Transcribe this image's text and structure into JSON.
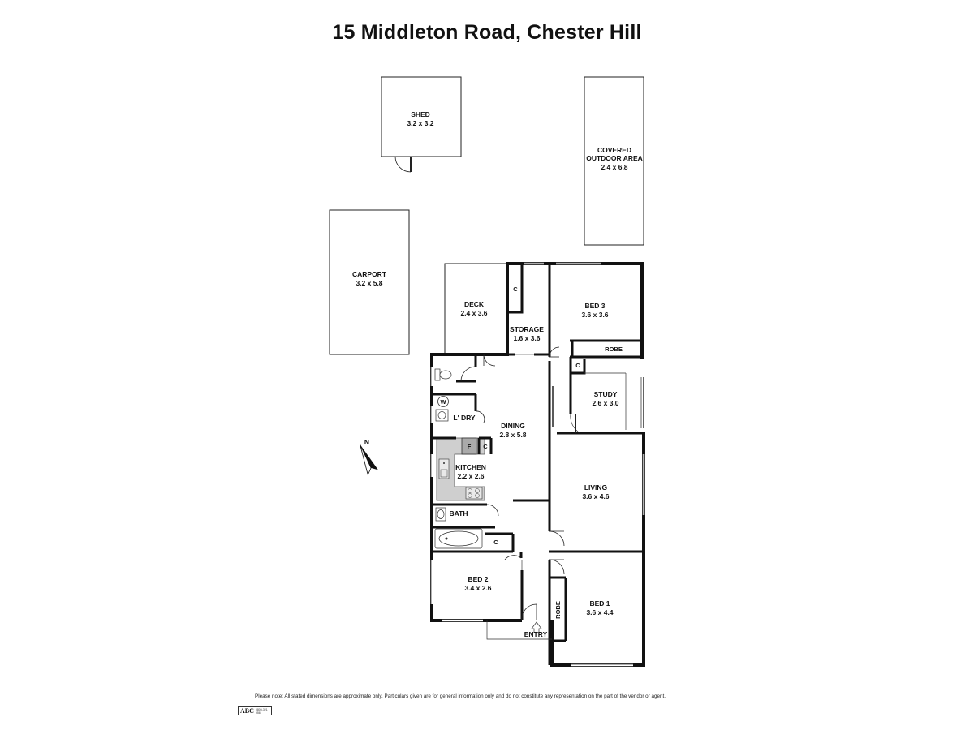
{
  "title": "15 Middleton Road, Chester Hill",
  "rooms": {
    "shed": {
      "name": "SHED",
      "size": "3.2 x 3.2"
    },
    "covered": {
      "name1": "COVERED",
      "name2": "OUTDOOR AREA",
      "size": "2.4 x 6.8"
    },
    "carport": {
      "name": "CARPORT",
      "size": "3.2 x 5.8"
    },
    "deck": {
      "name": "DECK",
      "size": "2.4 x 3.6"
    },
    "storage": {
      "name": "STORAGE",
      "size": "1.6 x 3.6"
    },
    "bed3": {
      "name": "BED 3",
      "size": "3.6 x 3.6"
    },
    "study": {
      "name": "STUDY",
      "size": "2.6 x 3.0"
    },
    "dining": {
      "name": "DINING",
      "size": "2.8 x 5.8"
    },
    "kitchen": {
      "name": "KITCHEN",
      "size": "2.2 x 2.6"
    },
    "living": {
      "name": "LIVING",
      "size": "3.6 x 4.6"
    },
    "bed2": {
      "name": "BED 2",
      "size": "3.4 x 2.6"
    },
    "bed1": {
      "name": "BED 1",
      "size": "3.6 x 4.4"
    }
  },
  "labels": {
    "laundry": "L' DRY",
    "bath": "BATH",
    "entry": "ENTRY",
    "robe": "ROBE",
    "cupboard": "C",
    "fridge": "F",
    "washer": "W",
    "north": "N"
  },
  "disclaimer": "Please note: All stated dimensions are approximate only. Particulars given are for general information only and do not constitute any representation on the part of the vendor or agent.",
  "logo": {
    "text": "ABC",
    "phone": "0800-321 956"
  }
}
